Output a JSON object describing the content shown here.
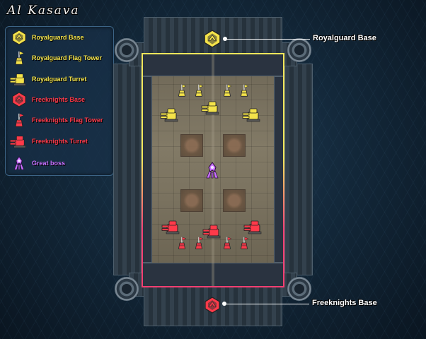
{
  "map": {
    "title": "Al Kasava"
  },
  "legend": {
    "items": [
      {
        "label": "Royalguard Base",
        "icon": "royalguard-base-icon",
        "color": "#f4e34a"
      },
      {
        "label": "Royalguard Flag Tower",
        "icon": "royalguard-flag-tower-icon",
        "color": "#f4e34a"
      },
      {
        "label": "Royalguard Turret",
        "icon": "royalguard-turret-icon",
        "color": "#f4e34a"
      },
      {
        "label": "Freeknights Base",
        "icon": "freeknights-base-icon",
        "color": "#ff3a4a"
      },
      {
        "label": "Freeknights Flag Tower",
        "icon": "freeknights-flag-tower-icon",
        "color": "#ff3a4a"
      },
      {
        "label": "Freeknights Turret",
        "icon": "freeknights-turret-icon",
        "color": "#ff3a4a"
      },
      {
        "label": "Great boss",
        "icon": "great-boss-icon",
        "color": "#c870ff"
      }
    ]
  },
  "callouts": {
    "royalguard_base": "Royalguard Base",
    "freeknights_base": "Freeknights Base"
  },
  "colors": {
    "royalguard": "#f4e34a",
    "freeknights": "#ff3a4a",
    "boss": "#c870ff",
    "zone_top": "#f2e65a",
    "zone_bottom": "#ff3e72"
  }
}
